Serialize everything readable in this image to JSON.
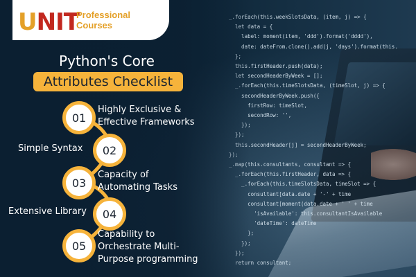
{
  "logo": {
    "letters": "UNIT",
    "line1": "Professional",
    "line2": "Courses"
  },
  "title": "Python's Core",
  "subtitle": "Attributes Checklist",
  "items": [
    {
      "number": "01",
      "text": "Highly Exclusive & Effective Frameworks"
    },
    {
      "number": "02",
      "text": "Simple Syntax"
    },
    {
      "number": "03",
      "text": "Capacity of Automating Tasks"
    },
    {
      "number": "04",
      "text": "Extensive Library"
    },
    {
      "number": "05",
      "text": "Capability to Orchestrate Multi-Purpose programming"
    }
  ],
  "code_lines": [
    "_.forEach(this.weekSlotsData, (item, j) => {",
    "  let data = {",
    "    label: moment(item, 'ddd').format('dddd'),",
    "    date: dateFrom.clone().add(j, 'days').format(this.",
    "  };",
    "  this.firstHeader.push(data);",
    "",
    "  let secondHeaderByWeek = [];",
    "  _.forEach(this.timeSlotsData, (timeSlot, j) => {",
    "    secondHeaderByWeek.push({",
    "      firstRow: timeSlot,",
    "      secondRow: '',",
    "    });",
    "  });",
    "  this.secondHeader[j] = secondHeaderByWeek;",
    "});",
    "",
    "_.map(this.consultants, consultant => {",
    "  _.forEach(this.firstHeader, data => {",
    "    _.forEach(this.timeSlotsData, timeSlot => {",
    "      consultant[data.date + '-' + time",
    "      consultant[moment(data.date + ' ' + time",
    "        'isAvailable': this.consultantIsAvailable",
    "        'dateTime': dateTime",
    "      };",
    "    });",
    "  });",
    "  return consultant;"
  ],
  "colors": {
    "accent": "#f6b33b",
    "background": "#0c2234",
    "logo_red": "#c2281f"
  }
}
